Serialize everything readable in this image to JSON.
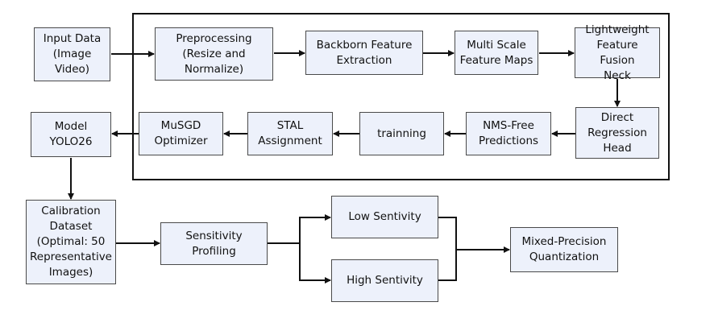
{
  "nodes": {
    "input_data": "Input Data\n(Image\nVideo)",
    "preprocessing": "Preprocessing\n(Resize and\nNormalize)",
    "backbone": "Backborn Feature\nExtraction",
    "multi_scale": "Multi Scale\nFeature Maps",
    "fusion_neck": "Lightweight\nFeature Fusion\nNeck",
    "regression_head": "Direct\nRegression\nHead",
    "nms_free": "NMS-Free\nPredictions",
    "training": "trainning",
    "stal": "STAL\nAssignment",
    "musgd": "MuSGD\nOptimizer",
    "model": "Model\nYOLO26",
    "calibration": "Calibration\nDataset\n(Optimal: 50\nRepresentative\nImages)",
    "sensitivity": "Sensitivity Profiling",
    "low": "Low Sentivity",
    "high": "High Sentivity",
    "mixed_precision": "Mixed-Precision\nQuantization"
  },
  "colors": {
    "box_fill": "#edf1fb",
    "box_border": "#4a4a4a",
    "arrow": "#111111"
  }
}
